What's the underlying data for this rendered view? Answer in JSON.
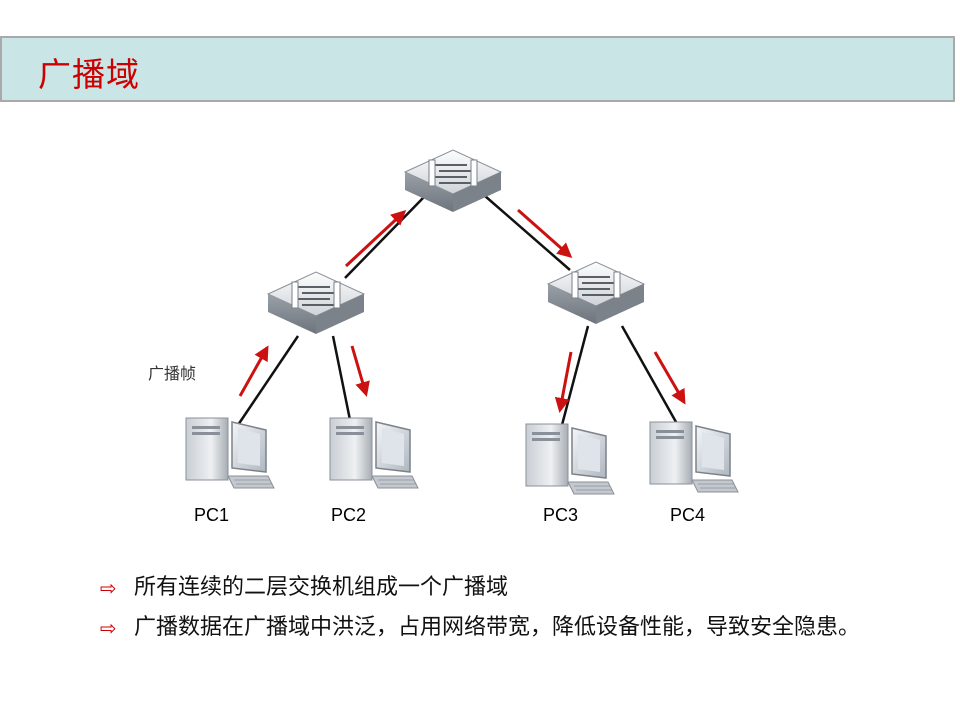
{
  "title": "广播域",
  "diagram": {
    "frame_label": "广播帧",
    "pcs": [
      "PC1",
      "PC2",
      "PC3",
      "PC4"
    ]
  },
  "bullets": [
    "所有连续的二层交换机组成一个广播域",
    "广播数据在广播域中洪泛，占用网络带宽，降低设备性能，导致安全隐患。"
  ],
  "colors": {
    "title_bar": "#c9e5e6",
    "title_text": "#cc0000",
    "arrow": "#cc1111"
  },
  "icons": {
    "switch": "switch-icon",
    "pc": "desktop-computer-icon",
    "bullet": "arrow-right-outline-icon"
  }
}
